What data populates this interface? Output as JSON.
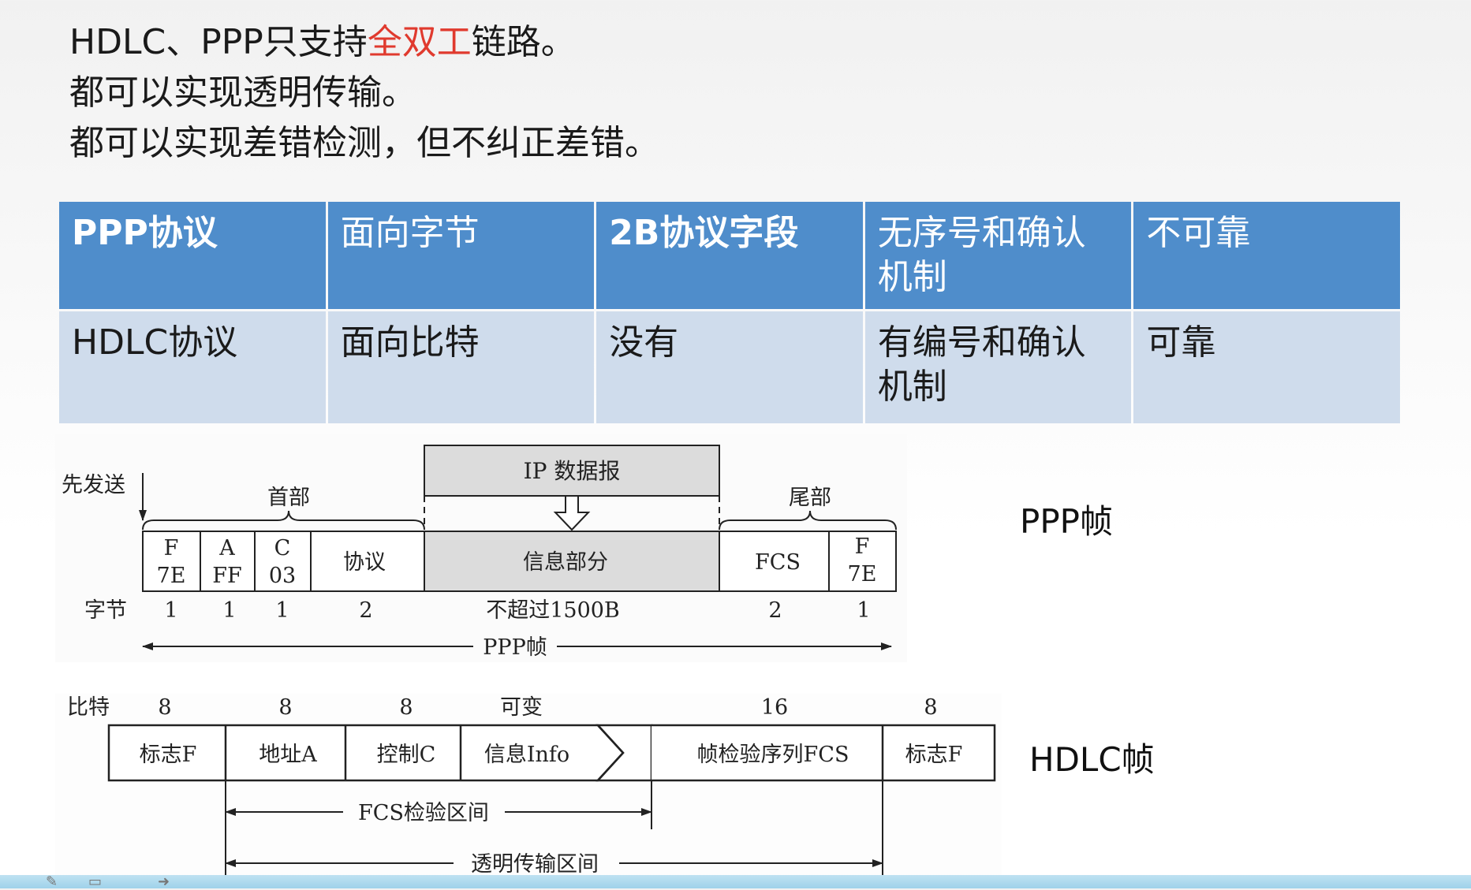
{
  "notes": {
    "line1_prefix": "HDLC、PPP只支持",
    "line1_highlight": "全双工",
    "line1_suffix": "链路。",
    "line2": "都可以实现透明传输。",
    "line3": "都可以实现差错检测，但不纠正差错。",
    "highlight_color": "#e03a2e"
  },
  "table": {
    "rows": [
      [
        "PPP协议",
        "面向字节",
        "2B协议字段",
        "无序号和确认机制",
        "不可靠"
      ],
      [
        "HDLC协议",
        "面向比特",
        "没有",
        "有编号和确认机制",
        "可靠"
      ]
    ],
    "header_color": "#4f8dcb",
    "row_color": "#cfdcec"
  },
  "ppp_frame": {
    "label": "PPP帧",
    "diagram": {
      "send_first": "先发送",
      "header": "首部",
      "trailer": "尾部",
      "ip_datagram": "IP 数据报",
      "fields": [
        {
          "top": "F",
          "bottom": "7E"
        },
        {
          "top": "A",
          "bottom": "FF"
        },
        {
          "top": "C",
          "bottom": "03"
        },
        {
          "top": "协议",
          "bottom": ""
        },
        {
          "top": "信息部分",
          "bottom": ""
        },
        {
          "top": "FCS",
          "bottom": ""
        },
        {
          "top": "F",
          "bottom": "7E"
        }
      ],
      "bytes_label": "字节",
      "bytes": [
        "1",
        "1",
        "1",
        "2",
        "不超过1500B",
        "2",
        "1"
      ],
      "span_label": "PPP帧"
    }
  },
  "hdlc_frame": {
    "label": "HDLC帧",
    "diagram": {
      "bits_label": "比特",
      "bits": [
        "8",
        "8",
        "8",
        "可变",
        "16",
        "8"
      ],
      "fields": [
        "标志F",
        "地址A",
        "控制C",
        "信息Info",
        "帧检验序列FCS",
        "标志F"
      ],
      "fcs_range": "FCS检验区间",
      "transparent_range": "透明传输区间"
    }
  }
}
